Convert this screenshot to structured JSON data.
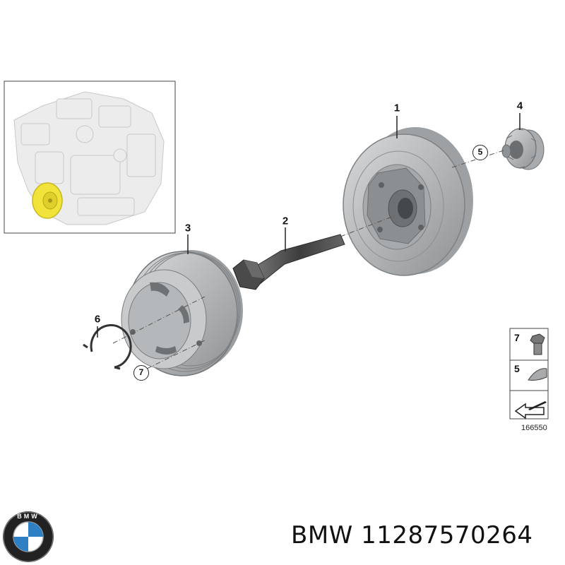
{
  "callouts": {
    "c1": "1",
    "c2": "2",
    "c3": "3",
    "c4": "4",
    "c5": "5",
    "c6": "6",
    "c7": "7"
  },
  "legend": {
    "item7": "7",
    "item5": "5"
  },
  "diagram_number": "166550",
  "caption": {
    "brand": "BMW",
    "part_number": "11287570264"
  },
  "logo": {
    "text": "BMW"
  },
  "colors": {
    "part_gray": "#b4b6b8",
    "highlight_yellow": "#f2e33a",
    "logo_blue": "#2f7fc4"
  }
}
